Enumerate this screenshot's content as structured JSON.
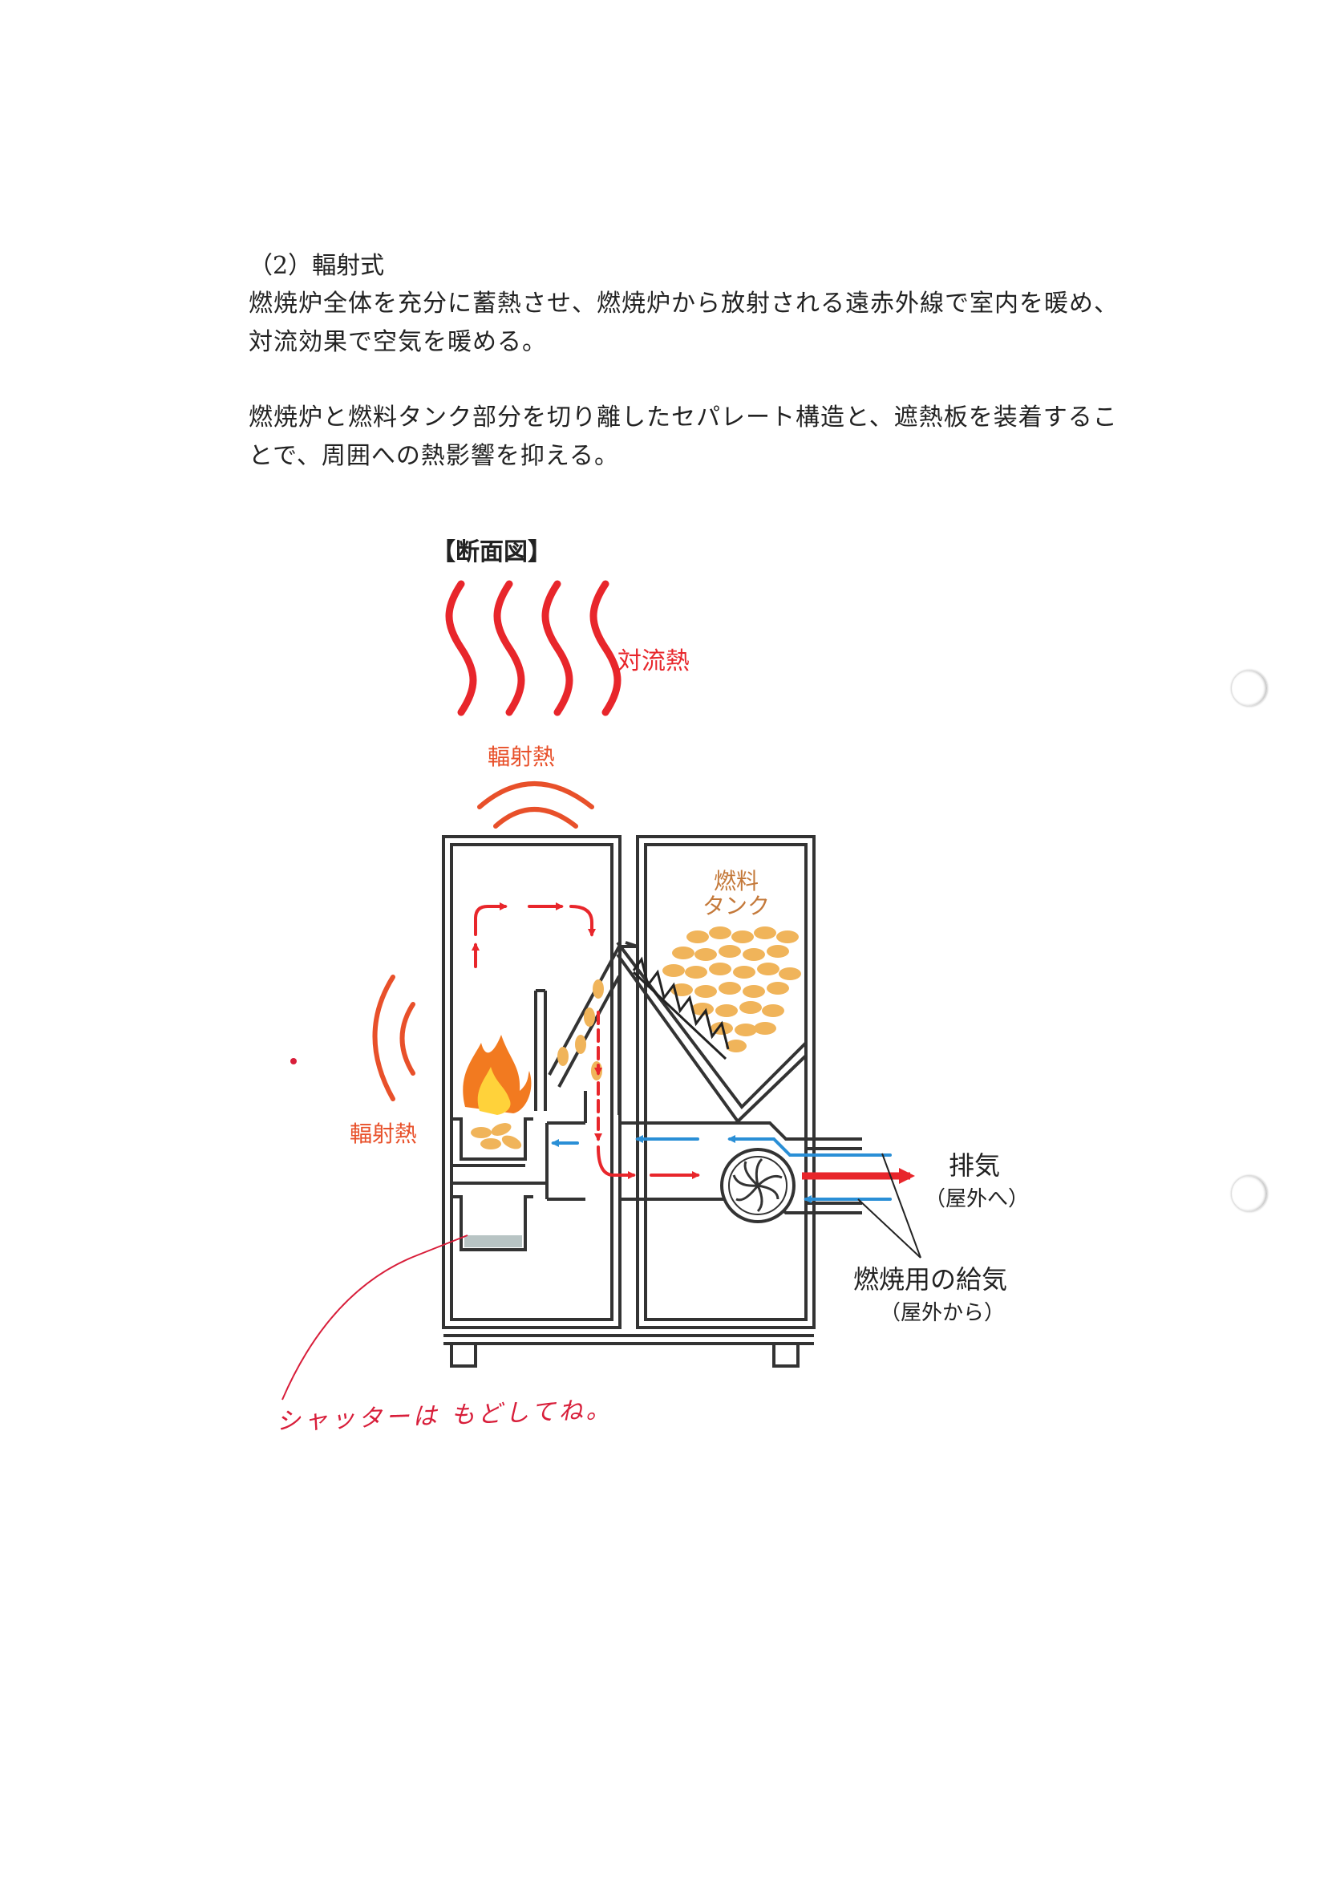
{
  "document": {
    "heading": "（2）輻射式",
    "paragraph1": "燃焼炉全体を充分に蓄熱させ、燃焼炉から放射される遠赤外線で室内を暖め、対流効果で空気を暖める。",
    "paragraph2": "燃焼炉と燃料タンク部分を切り離したセパレート構造と、遮熱板を装着することで、周囲への熱影響を抑える。"
  },
  "diagram": {
    "title": "【断面図】",
    "labels": {
      "convection_heat": "対流熱",
      "radiant_heat_top": "輻射熱",
      "radiant_heat_side": "輻射熱",
      "fuel_tank_line1": "燃料",
      "fuel_tank_line2": "タンク",
      "exhaust": "排気",
      "exhaust_sub": "（屋外へ）",
      "intake": "燃焼用の給気",
      "intake_sub": "（屋外から）"
    },
    "handwritten_note": "シャッターは もどしてね。",
    "colors": {
      "heat_red": "#e8262b",
      "radiant_orange": "#e8502a",
      "fuel_brown": "#c4793a",
      "pellet": "#f0b45a",
      "air_blue": "#2a8fd6",
      "ink_red": "#d81e3a"
    }
  }
}
